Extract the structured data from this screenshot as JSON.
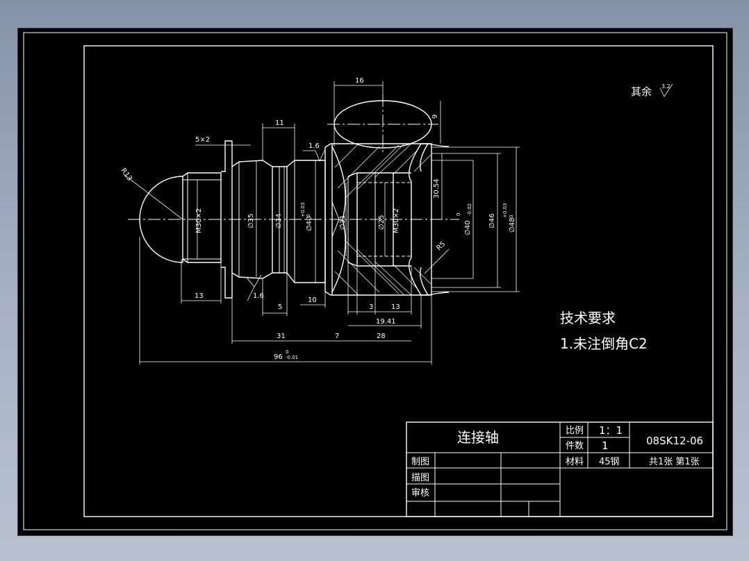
{
  "roughness": {
    "label": "其余",
    "value": "3.2"
  },
  "tech_req": {
    "title": "技术要求",
    "items": [
      "1.未注倒角C2"
    ]
  },
  "title_block": {
    "part_name": "连接轴",
    "ratio_label": "比例",
    "ratio_value": "1：1",
    "count_label": "件数",
    "count_value": "1",
    "drawing_no": "08SK12-06",
    "material_label": "材料",
    "material_value": "45钢",
    "sheet": "共1张 第1张",
    "draw_label": "制图",
    "trace_label": "描图",
    "review_label": "审核"
  },
  "dimensions": {
    "d16": "16",
    "d11": "11",
    "d9": "9",
    "d5x2": "5×2",
    "r13": "R13",
    "rough1": "1.6",
    "rough2": "1.6",
    "m30a": "M30×2",
    "dia35": "∅35",
    "dia34": "∅34",
    "dia40": "∅40",
    "dia40_tol": "+0.03",
    "dia40_tol2": "0",
    "dia31": "∅31",
    "dia25": "∅25",
    "m30b": "M30×2",
    "d3054": "30.54",
    "dia40b": "∅40",
    "dia40b_tol1": "0",
    "dia40b_tol2": "-0.02",
    "dia46": "∅46",
    "dia48": "∅48",
    "dia48_tol1": "+0.03",
    "dia48_tol2": "0",
    "r5": "R5",
    "d13a": "13",
    "d5": "5",
    "d10": "10",
    "d3": "3",
    "d13b": "13",
    "d1941": "19.41",
    "d31": "31",
    "d7": "7",
    "d28": "28",
    "d96": "96",
    "d96_tol1": "0",
    "d96_tol2": "-0.01"
  },
  "colors": {
    "paper": "#000000",
    "ink": "#ffffff",
    "desktop": "#9aa6b8"
  }
}
